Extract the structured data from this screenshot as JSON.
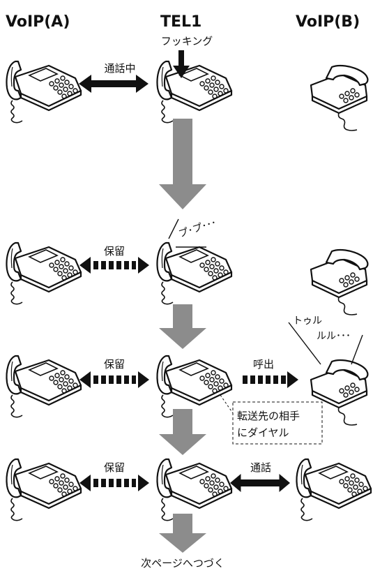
{
  "columns": {
    "a": "VoIP(A)",
    "tel1": "TEL1",
    "b": "VoIP(B)"
  },
  "labels": {
    "hooking": "フッキング",
    "talking": "通話中",
    "hold_1": "保留",
    "hold_2": "保留",
    "hold_3": "保留",
    "calling": "呼出",
    "talk": "通話",
    "dial_line1": "転送先の相手",
    "dial_line2": "にダイヤル",
    "next": "次ページへつづく"
  },
  "sounds": {
    "dialtone": "プ･プ･･･",
    "ring_line1": "トゥル",
    "ring_line2": "ルル･･･"
  },
  "colors": {
    "flow_arrow": "#8c8c8c",
    "line": "#111111"
  }
}
